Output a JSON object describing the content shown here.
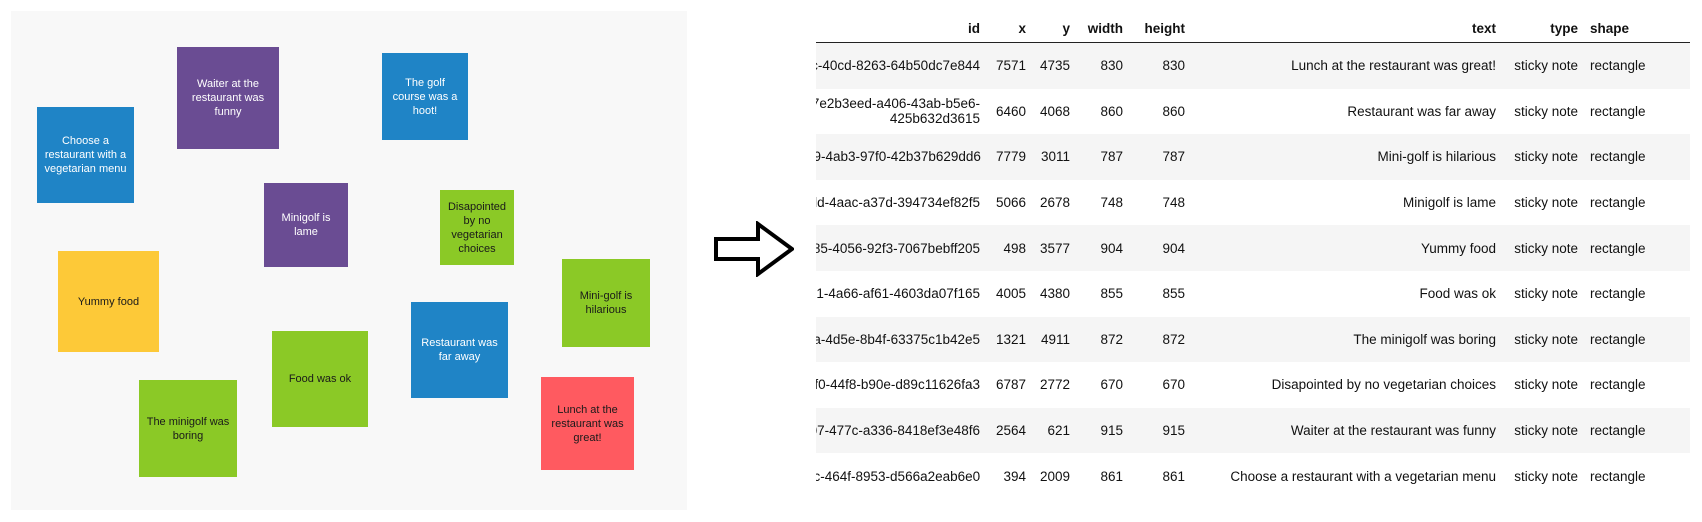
{
  "board": {
    "notes": [
      {
        "key": "choose-restaurant",
        "text": "Choose a restaurant with a vegetarian menu",
        "color": "#1f84c6"
      },
      {
        "key": "waiter-funny",
        "text": "Waiter at the restaurant was funny",
        "color": "#6a4c93"
      },
      {
        "key": "golf-hoot",
        "text": "The golf course was a hoot!",
        "color": "#1f84c6"
      },
      {
        "key": "minigolf-lame",
        "text": "Minigolf is lame",
        "color": "#6a4c93"
      },
      {
        "key": "disappointed",
        "text": "Disapointed by no vegetarian choices",
        "color": "#8bc926"
      },
      {
        "key": "yummy-food",
        "text": "Yummy food",
        "color": "#fdc938"
      },
      {
        "key": "mini-golf-hilarious",
        "text": "Mini-golf is hilarious",
        "color": "#8bc926"
      },
      {
        "key": "restaurant-far",
        "text": "Restaurant was far away",
        "color": "#1f84c6"
      },
      {
        "key": "food-ok",
        "text": "Food was ok",
        "color": "#8bc926"
      },
      {
        "key": "minigolf-boring",
        "text": "The minigolf was boring",
        "color": "#8bc926"
      },
      {
        "key": "lunch-great",
        "text": "Lunch at the restaurant was great!",
        "color": "#ff5a60"
      }
    ]
  },
  "arrow": {
    "icon": "right-arrow-icon"
  },
  "table": {
    "headers": {
      "id": "id",
      "x": "x",
      "y": "y",
      "width": "width",
      "height": "height",
      "text": "text",
      "type": "type",
      "shape": "shape"
    },
    "rows": [
      {
        "id": "c-40cd-8263-64b50dc7e844",
        "x": "7571",
        "y": "4735",
        "width": "830",
        "height": "830",
        "text": "Lunch at the restaurant was great!",
        "type": "sticky note",
        "shape": "rectangle"
      },
      {
        "id": "7e2b3eed-a406-43ab-b5e6-425b632d3615",
        "x": "6460",
        "y": "4068",
        "width": "860",
        "height": "860",
        "text": "Restaurant was far away",
        "type": "sticky note",
        "shape": "rectangle"
      },
      {
        "id": "e9-4ab3-97f0-42b37b629dd6",
        "x": "7779",
        "y": "3011",
        "width": "787",
        "height": "787",
        "text": "Mini-golf is hilarious",
        "type": "sticky note",
        "shape": "rectangle"
      },
      {
        "id": "dd-4aac-a37d-394734ef82f5",
        "x": "5066",
        "y": "2678",
        "width": "748",
        "height": "748",
        "text": "Minigolf is lame",
        "type": "sticky note",
        "shape": "rectangle"
      },
      {
        "id": "f85-4056-92f3-7067bebff205",
        "x": "498",
        "y": "3577",
        "width": "904",
        "height": "904",
        "text": "Yummy food",
        "type": "sticky note",
        "shape": "rectangle"
      },
      {
        "id": "31-4a66-af61-4603da07f165",
        "x": "4005",
        "y": "4380",
        "width": "855",
        "height": "855",
        "text": "Food was ok",
        "type": "sticky note",
        "shape": "rectangle"
      },
      {
        "id": "ca-4d5e-8b4f-63375c1b42e5",
        "x": "1321",
        "y": "4911",
        "width": "872",
        "height": "872",
        "text": "The minigolf was boring",
        "type": "sticky note",
        "shape": "rectangle"
      },
      {
        "id": "ff0-44f8-b90e-d89c11626fa3",
        "x": "6787",
        "y": "2772",
        "width": "670",
        "height": "670",
        "text": "Disapointed by no vegetarian choices",
        "type": "sticky note",
        "shape": "rectangle"
      },
      {
        "id": "07-477c-a336-8418ef3e48f6",
        "x": "2564",
        "y": "621",
        "width": "915",
        "height": "915",
        "text": "Waiter at the restaurant was funny",
        "type": "sticky note",
        "shape": "rectangle"
      },
      {
        "id": "5c-464f-8953-d566a2eab6e0",
        "x": "394",
        "y": "2009",
        "width": "861",
        "height": "861",
        "text": "Choose a restaurant with a vegetarian menu",
        "type": "sticky note",
        "shape": "rectangle"
      }
    ]
  }
}
